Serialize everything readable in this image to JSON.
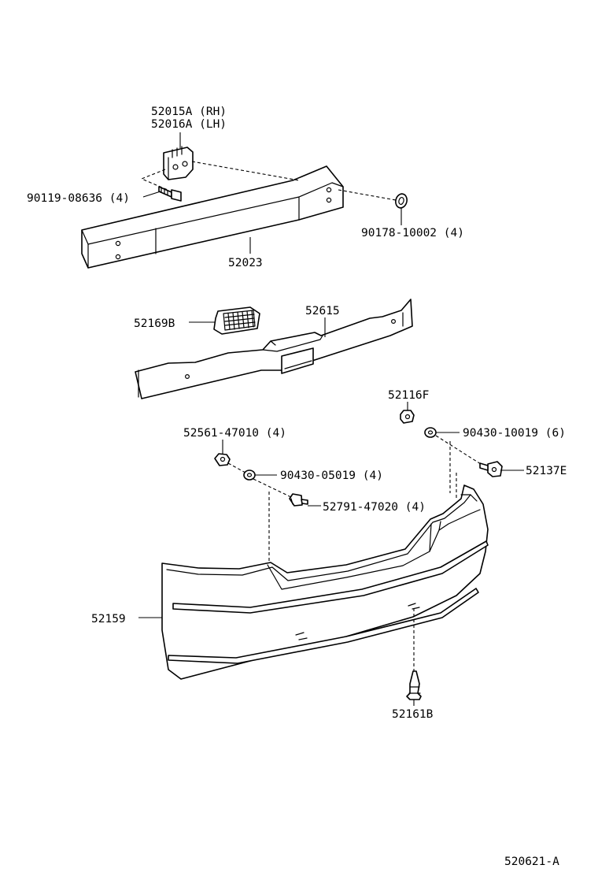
{
  "diagram_id": "520621-A",
  "parts": {
    "bracket_rh": "52015A (RH)",
    "bracket_lh": "52016A (LH)",
    "bolt": "90119-08636 (4)",
    "clip_right": "90178-10002 (4)",
    "reinforcement": "52023",
    "retainer": "52169B",
    "absorber": "52615",
    "clip_f": "52116F",
    "nut": "52561-47010 (4)",
    "washer_a": "90430-10019 (6)",
    "washer_b": "90430-05019 (4)",
    "support": "52137E",
    "screw": "52791-47020 (4)",
    "cover": "52159",
    "clip_b": "52161B"
  }
}
